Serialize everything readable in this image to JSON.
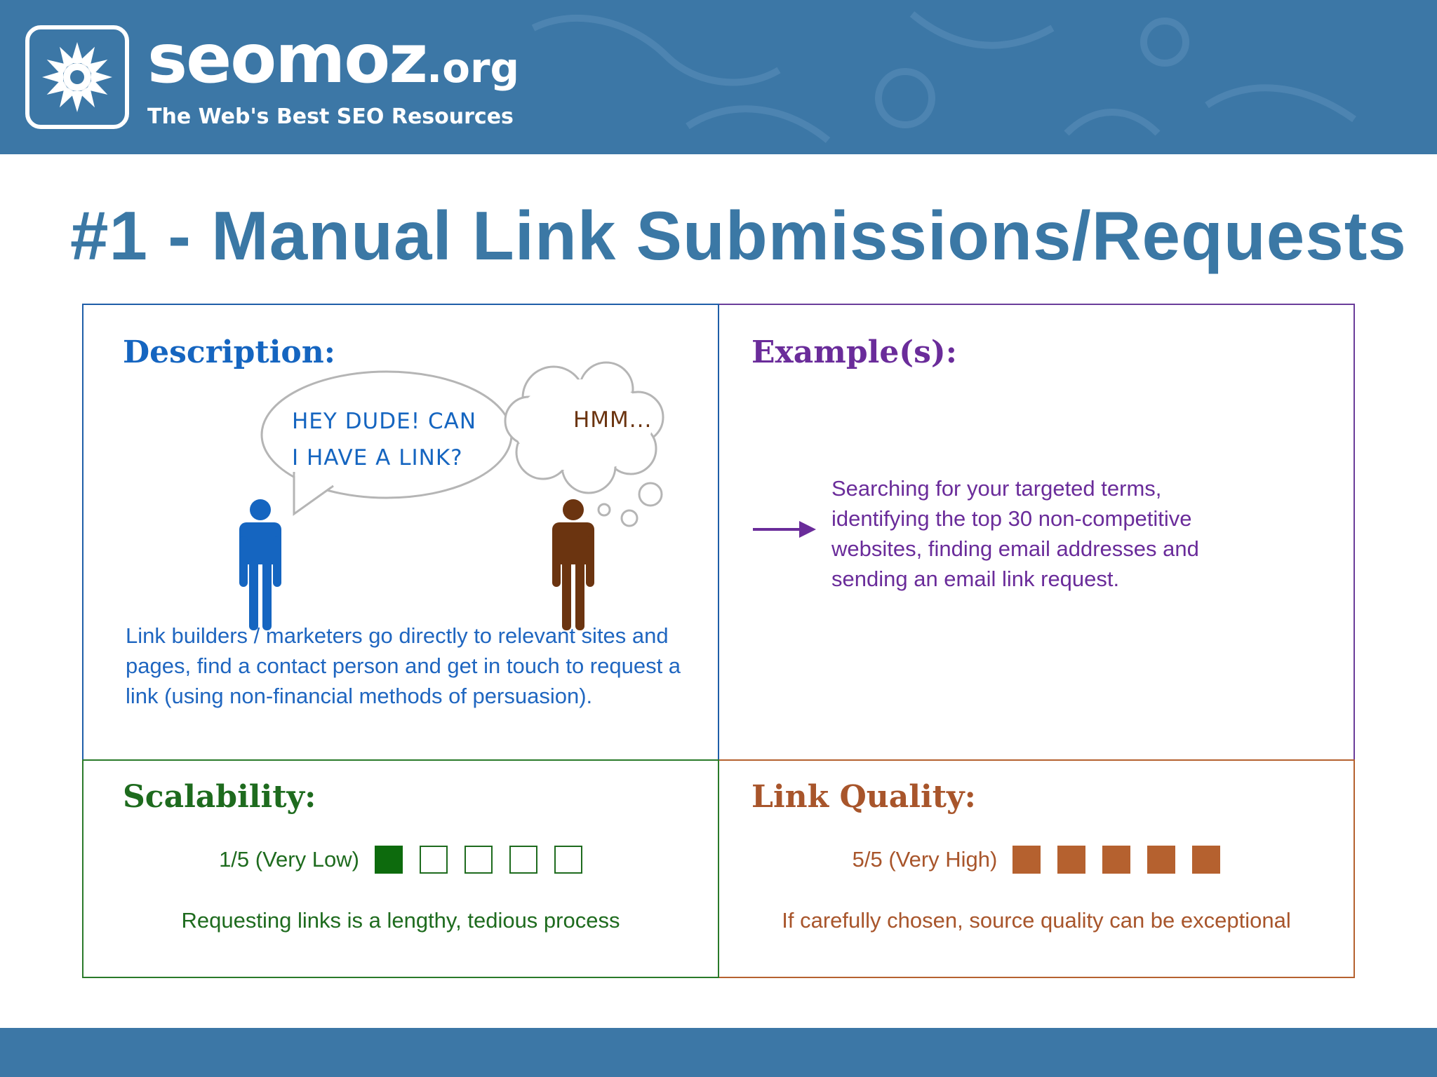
{
  "header": {
    "brand_name": "seomoz",
    "brand_tld": ".org",
    "tagline": "The Web's Best SEO Resources",
    "logo_icon": "star-flower-icon",
    "colors": {
      "bar": "#3c77a6",
      "text": "#ffffff"
    }
  },
  "slide": {
    "title": "#1 - Manual Link Submissions/Requests",
    "title_color": "#3b78a5"
  },
  "description": {
    "heading": "Description:",
    "bubble_line1": "HEY DUDE! CAN",
    "bubble_line2": "I HAVE A LINK?",
    "thought": "HMM...",
    "text": "Link builders / marketers go directly to relevant sites and pages, find a contact person and get in touch to request a link (using non-financial methods of persuasion).",
    "color": "#1565c0"
  },
  "examples": {
    "heading": "Example(s):",
    "text": "Searching for your targeted terms, identifying the top 30 non-competitive websites, finding email addresses and sending an email link request.",
    "color": "#6a2c9a"
  },
  "scalability": {
    "heading": "Scalability:",
    "rating_label": "1/5 (Very Low)",
    "rating": 1,
    "rating_max": 5,
    "caption": "Requesting links is a lengthy, tedious process",
    "color": "#1e6b1e"
  },
  "link_quality": {
    "heading": "Link Quality:",
    "rating_label": "5/5 (Very High)",
    "rating": 5,
    "rating_max": 5,
    "caption": "If carefully chosen, source quality can be exceptional",
    "color": "#a8552b"
  }
}
